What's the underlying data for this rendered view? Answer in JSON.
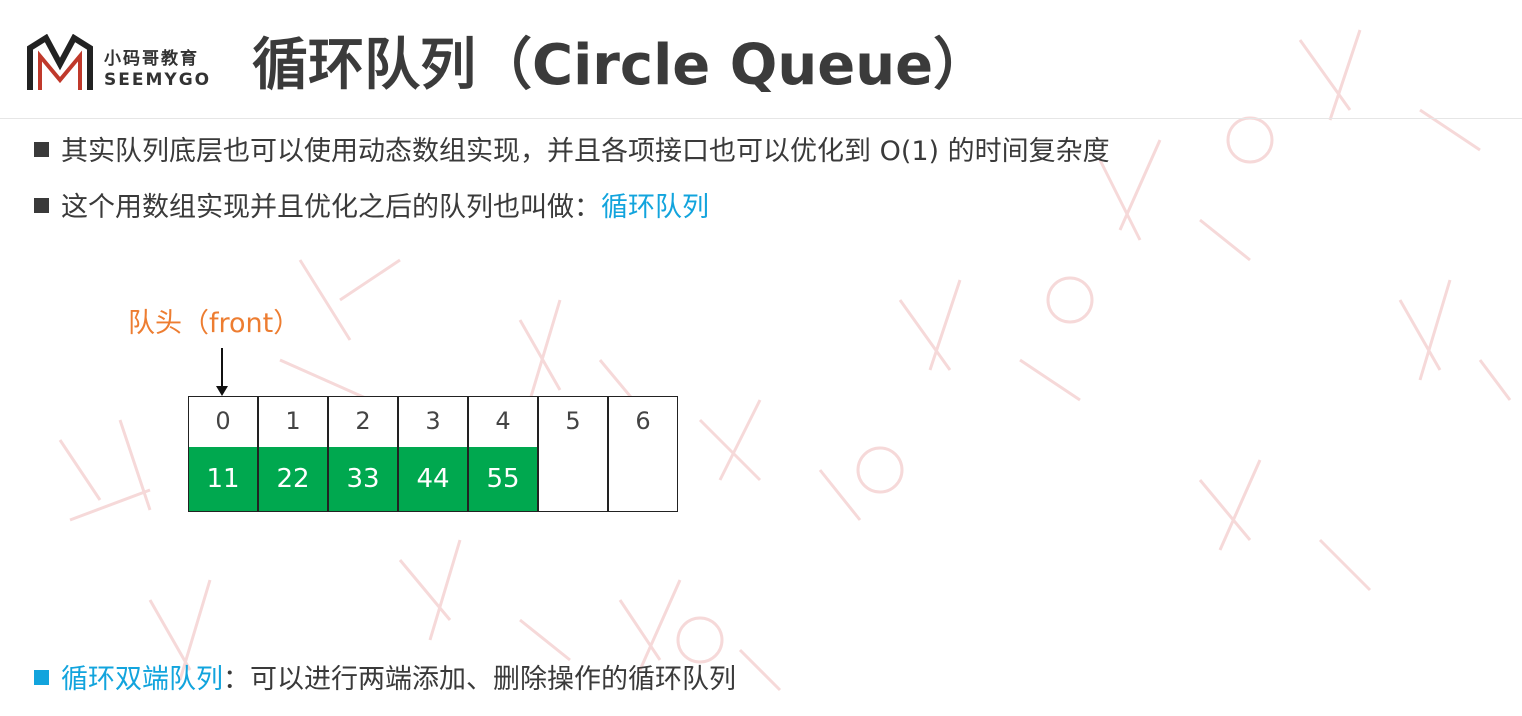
{
  "logo": {
    "cn": "小码哥教育",
    "en": "SEEMYGO",
    "mark_color": "#c0392b"
  },
  "title": "循环队列（Circle Queue）",
  "bullets": [
    {
      "text": "其实队列底层也可以使用动态数组实现，并且各项接口也可以优化到 O(1) 的时间复杂度"
    },
    {
      "prefix": "这个用数组实现并且优化之后的队列也叫做：",
      "highlight": "循环队列"
    }
  ],
  "diagram": {
    "front_label": "队头（front）",
    "front_color": "#ed7d31",
    "fill_color": "#00a84f",
    "cells": [
      {
        "index": "0",
        "value": "11"
      },
      {
        "index": "1",
        "value": "22"
      },
      {
        "index": "2",
        "value": "33"
      },
      {
        "index": "3",
        "value": "44"
      },
      {
        "index": "4",
        "value": "55"
      },
      {
        "index": "5",
        "value": ""
      },
      {
        "index": "6",
        "value": ""
      }
    ]
  },
  "footer_bullet": {
    "highlight": "循环双端队列",
    "rest": "：可以进行两端添加、删除操作的循环队列"
  },
  "accent_color": "#12a4dd"
}
